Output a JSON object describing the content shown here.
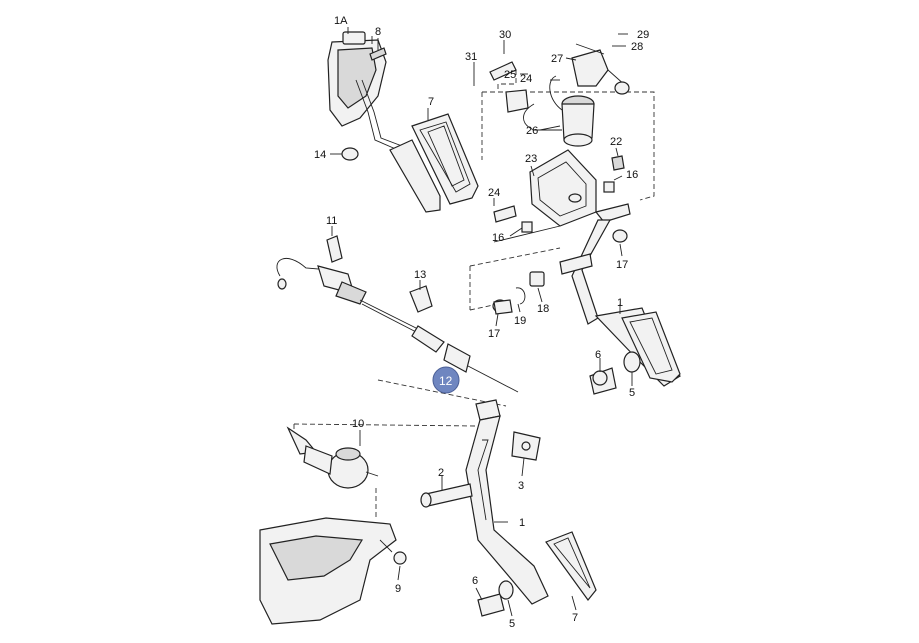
{
  "callouts": {
    "c1A": "1A",
    "c8": "8",
    "c7a": "7",
    "c14": "14",
    "c30": "30",
    "c31": "31",
    "c29": "29",
    "c28": "28",
    "c27": "27",
    "c24a": "24",
    "c25": "25",
    "c26": "26",
    "c23": "23",
    "c22": "22",
    "c16a": "16",
    "c24b": "24",
    "c16b": "16",
    "c17a": "17",
    "c11": "11",
    "c13": "13",
    "c17b": "17",
    "c19": "19",
    "c18": "18",
    "c1a": "1",
    "c6a": "6",
    "c5a": "5",
    "c12": "12",
    "c10": "10",
    "c2": "2",
    "c3": "3",
    "c1b": "1",
    "c9": "9",
    "c6b": "6",
    "c5b": "5",
    "c7b": "7"
  },
  "highlight": {
    "selected_part": "12",
    "color": "#6f86c0"
  }
}
